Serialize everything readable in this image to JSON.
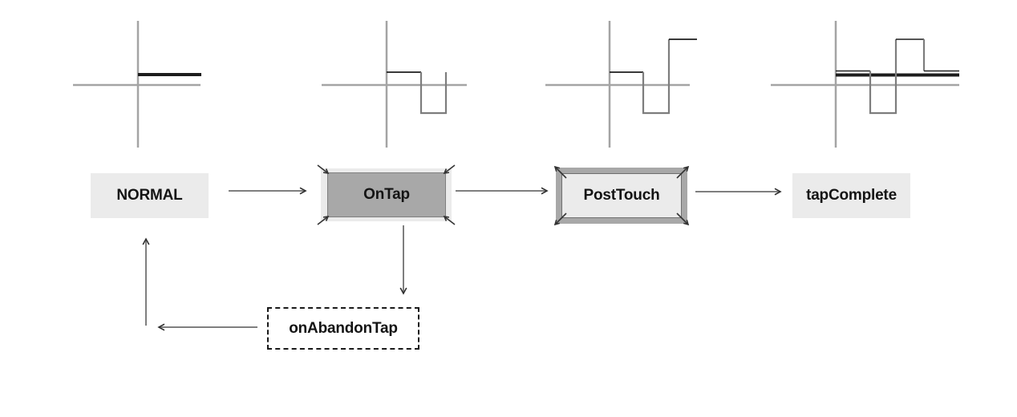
{
  "colors": {
    "background": "#ffffff",
    "axis": "#a4a4a4",
    "wave_gray": "#7d7d7d",
    "wave_black": "#1d1d1d",
    "connector": "#7f7f7f",
    "arrowhead": "#2e2e2e",
    "corner_arrow": "#333333",
    "box_light": "#ebebeb",
    "box_dark": "#a8a8a8",
    "box_dark_border": "#7f7f7f",
    "box_inner_border": "#6f6f6f",
    "dashed_border": "#1a1a1a",
    "text": "#141414"
  },
  "nodes": {
    "normal": {
      "label": "NORMAL"
    },
    "ontap": {
      "label": "OnTap"
    },
    "posttouch": {
      "label": "PostTouch"
    },
    "tapcomplete": {
      "label": "tapComplete"
    },
    "onabandontap": {
      "label": "onAbandonTap"
    }
  },
  "figure": {
    "axes": [
      {
        "name": "signal-axes-normal",
        "v": [
          172,
          26,
          184
        ],
        "h": [
          106,
          91,
          250
        ]
      },
      {
        "name": "signal-axes-ontap",
        "v": [
          482,
          26,
          184
        ],
        "h": [
          106,
          401,
          582
        ]
      },
      {
        "name": "signal-axes-posttouch",
        "v": [
          760,
          26,
          184
        ],
        "h": [
          106,
          680,
          860
        ]
      },
      {
        "name": "signal-axes-tapcomplete",
        "v": [
          1042,
          26,
          184
        ],
        "h": [
          106,
          961,
          1196
        ]
      }
    ],
    "waves": [
      {
        "name": "wave-normal-flat",
        "points": [
          [
            172,
            93
          ],
          [
            251,
            93
          ]
        ],
        "color": "wave_black",
        "width": 4
      },
      {
        "name": "wave-ontap-press",
        "points": [
          [
            482,
            90
          ],
          [
            525,
            90
          ]
        ],
        "color": "wave_black",
        "width": 1.8
      },
      {
        "name": "wave-ontap-low",
        "points": [
          [
            525,
            90
          ],
          [
            525,
            141
          ],
          [
            556,
            141
          ],
          [
            556,
            90
          ]
        ],
        "color": "wave_gray",
        "width": 2.2
      },
      {
        "name": "wave-posttouch-press",
        "points": [
          [
            760,
            90
          ],
          [
            802,
            90
          ]
        ],
        "color": "wave_black",
        "width": 1.8
      },
      {
        "name": "wave-posttouch-low",
        "points": [
          [
            802,
            90
          ],
          [
            802,
            141
          ],
          [
            834,
            141
          ],
          [
            834,
            49
          ]
        ],
        "color": "wave_gray",
        "width": 2.2
      },
      {
        "name": "wave-posttouch-high",
        "points": [
          [
            834,
            49
          ],
          [
            869,
            49
          ]
        ],
        "color": "wave_black",
        "width": 1.8
      },
      {
        "name": "wave-tapcomplete-flat",
        "points": [
          [
            1042,
            93.5
          ],
          [
            1196,
            93.5
          ]
        ],
        "color": "wave_black",
        "width": 4
      },
      {
        "name": "wave-tapcomplete-press",
        "points": [
          [
            1042,
            88.5
          ],
          [
            1085,
            88.5
          ]
        ],
        "color": "wave_black",
        "width": 1.6
      },
      {
        "name": "wave-tapcomplete-low",
        "points": [
          [
            1085,
            88.5
          ],
          [
            1085,
            141
          ],
          [
            1117,
            141
          ],
          [
            1117,
            49
          ]
        ],
        "color": "wave_gray",
        "width": 2.2
      },
      {
        "name": "wave-tapcomplete-high",
        "points": [
          [
            1117,
            49
          ],
          [
            1152,
            49
          ]
        ],
        "color": "wave_black",
        "width": 1.6
      },
      {
        "name": "wave-tapcomplete-release",
        "points": [
          [
            1152,
            49
          ],
          [
            1152,
            88.5
          ]
        ],
        "color": "wave_gray",
        "width": 2.2
      },
      {
        "name": "wave-tapcomplete-tail",
        "points": [
          [
            1152,
            88.5
          ],
          [
            1196,
            88.5
          ]
        ],
        "color": "wave_black",
        "width": 1.6
      }
    ],
    "connectors": [
      {
        "name": "edge-normal-to-ontap",
        "points": [
          [
            285,
            238
          ],
          [
            381,
            238
          ]
        ]
      },
      {
        "name": "edge-ontap-to-posttouch",
        "points": [
          [
            568,
            238
          ],
          [
            682,
            238
          ]
        ]
      },
      {
        "name": "edge-posttouch-to-tapcomplete",
        "points": [
          [
            867,
            239
          ],
          [
            973,
            239
          ]
        ]
      },
      {
        "name": "edge-ontap-to-onabandontap",
        "points": [
          [
            503,
            281
          ],
          [
            503,
            366
          ]
        ]
      },
      {
        "name": "edge-onabandontap-to-corner",
        "points": [
          [
            321,
            408
          ],
          [
            198,
            408
          ]
        ]
      },
      {
        "name": "edge-corner-to-normal",
        "points": [
          [
            182,
            406
          ],
          [
            182,
            298
          ]
        ]
      }
    ],
    "corner_arrows": [
      {
        "name": "ontap-press-arrow-tl",
        "from": [
          396,
          206
        ],
        "to": [
          409,
          216
        ]
      },
      {
        "name": "ontap-press-arrow-tr",
        "from": [
          567,
          206
        ],
        "to": [
          554,
          216
        ]
      },
      {
        "name": "ontap-press-arrow-bl",
        "from": [
          396,
          280
        ],
        "to": [
          409,
          270
        ]
      },
      {
        "name": "ontap-press-arrow-br",
        "from": [
          567,
          280
        ],
        "to": [
          554,
          270
        ]
      },
      {
        "name": "posttouch-release-arrow-tl",
        "from": [
          706,
          222
        ],
        "to": [
          692,
          208
        ]
      },
      {
        "name": "posttouch-release-arrow-tr",
        "from": [
          844,
          222
        ],
        "to": [
          858,
          208
        ]
      },
      {
        "name": "posttouch-release-arrow-bl",
        "from": [
          706,
          266
        ],
        "to": [
          692,
          280
        ]
      },
      {
        "name": "posttouch-release-arrow-br",
        "from": [
          844,
          266
        ],
        "to": [
          858,
          280
        ]
      }
    ]
  }
}
